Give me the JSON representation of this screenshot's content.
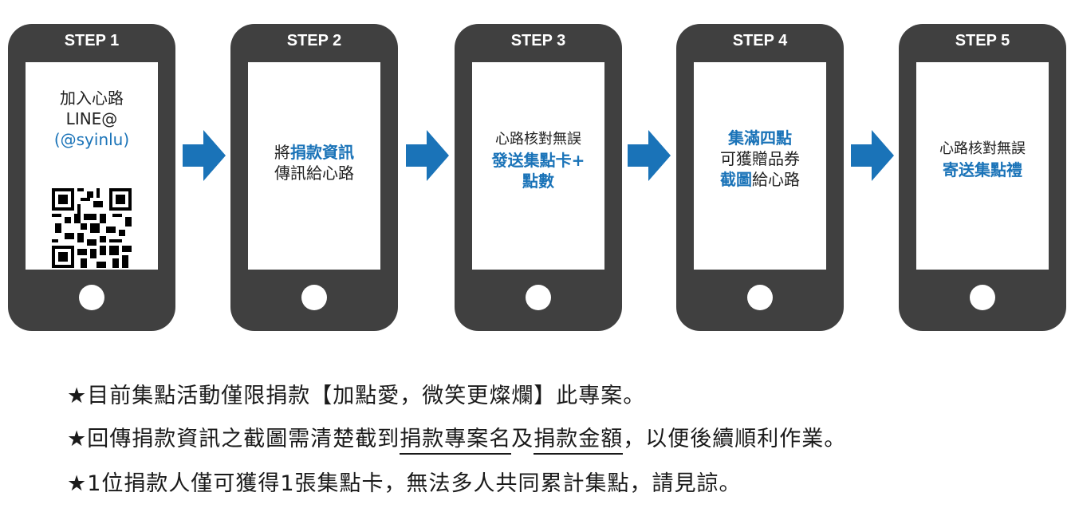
{
  "steps": [
    {
      "label": "STEP 1",
      "lines": [
        "加入心路",
        "LINE@",
        "(@syinlu)"
      ]
    },
    {
      "label": "STEP 2",
      "line1_prefix": "將",
      "line1_highlight": "捐款資訊",
      "line2": "傳訊給心路"
    },
    {
      "label": "STEP 3",
      "line1": "心路核對無誤",
      "line2": "發送集點卡+",
      "line3": "點數"
    },
    {
      "label": "STEP 4",
      "line1": "集滿四點",
      "line2": "可獲贈品券",
      "line3_highlight": "截圖",
      "line3_suffix": "給心路"
    },
    {
      "label": "STEP 5",
      "line1": "心路核對無誤",
      "line2": "寄送集點禮"
    }
  ],
  "notes": {
    "note1": "★目前集點活動僅限捐款【加點愛，微笑更燦爛】此專案。",
    "note2_a": "★回傳捐款資訊之截圖需清楚截到",
    "note2_u1": "捐款專案名",
    "note2_b": "及",
    "note2_u2": "捐款金額",
    "note2_c": "，以便後續順利作業。",
    "note3": "★1位捐款人僅可獲得1張集點卡，無法多人共同累計集點，請見諒。"
  },
  "colors": {
    "phone": "#404040",
    "accent": "#1a73b8",
    "arrow": "#1a73b8"
  },
  "icons": {
    "qr": "qr-code-icon",
    "arrow": "arrow-right-icon"
  }
}
